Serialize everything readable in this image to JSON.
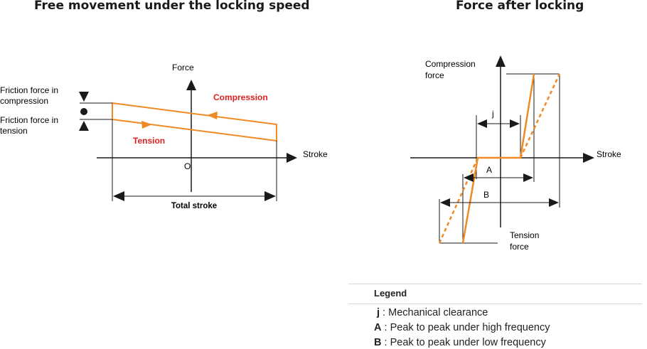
{
  "titles": {
    "left": "Free movement under the locking speed",
    "right": "Force after locking"
  },
  "left_diagram": {
    "force_label": "Force",
    "stroke_label": "Stroke",
    "origin_label": "O",
    "compression_label": "Compression",
    "tension_label": "Tension",
    "friction_compression_line1": "Friction force in",
    "friction_compression_line2": "compression",
    "friction_tension_line1": "Friction force in",
    "friction_tension_line2": "tension",
    "total_stroke_label": "Total stroke"
  },
  "right_diagram": {
    "compression_force_line1": "Compression",
    "compression_force_line2": "force",
    "stroke_label": "Stroke",
    "tension_force_line1": "Tension",
    "tension_force_line2": "force",
    "j_label": "j",
    "a_label": "A",
    "b_label": "B"
  },
  "legend": {
    "title": "Legend",
    "items": [
      {
        "key": "j",
        "sep": " : ",
        "text": "Mechanical clearance"
      },
      {
        "key": "A",
        "sep": " : ",
        "text": "Peak to peak under high frequency"
      },
      {
        "key": "B",
        "sep": " : ",
        "text": "Peak to peak under low frequency"
      }
    ]
  },
  "colors": {
    "orange": "#f08a24",
    "red_label": "#e02020",
    "axis": "#1a1a1a"
  }
}
